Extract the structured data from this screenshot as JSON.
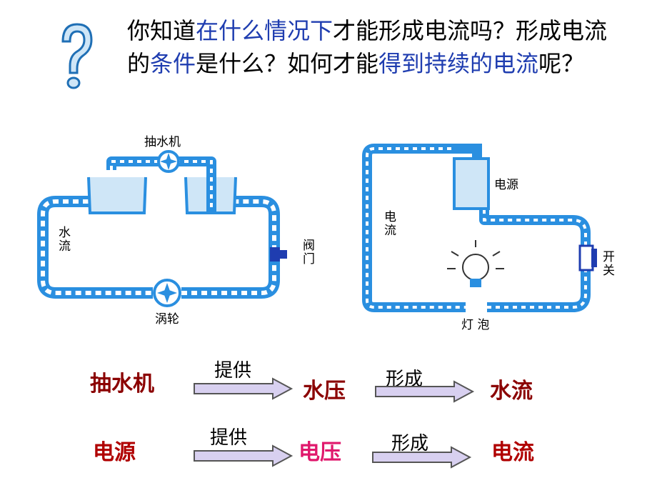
{
  "question": {
    "segments": [
      {
        "text": "你知道",
        "color": "#000000"
      },
      {
        "text": "在什么情况下",
        "color": "#1f3db0"
      },
      {
        "text": "才能形成电流吗？形成电流的",
        "color": "#000000"
      },
      {
        "text": "条件",
        "color": "#1f3db0"
      },
      {
        "text": "是什么？如何才能",
        "color": "#000000"
      },
      {
        "text": "得到持续的电流",
        "color": "#1f3db0"
      },
      {
        "text": "呢？",
        "color": "#000000"
      }
    ]
  },
  "water_diagram": {
    "pump_label": "抽水机",
    "flow_label": "水流",
    "valve_label": "阀门",
    "turbine_label": "涡轮"
  },
  "circuit_diagram": {
    "source_label": "电源",
    "current_label": "电流",
    "switch_label": "开关",
    "bulb_label": "灯 泡"
  },
  "flow_rows": [
    {
      "start": "抽水机",
      "start_color": "#8b0000",
      "verb1": "提供",
      "middle": "水压",
      "middle_color": "#8b0000",
      "verb2": "形成",
      "end": "水流",
      "end_color": "#8b0000"
    },
    {
      "start": "电源",
      "start_color": "#b00000",
      "verb1": "提供",
      "middle": "电压",
      "middle_color": "#e0186c",
      "verb2": "形成",
      "end": "电流",
      "end_color": "#b00000"
    }
  ],
  "colors": {
    "pipe": "#2a8fe0",
    "pipe_inner": "#ffffff",
    "arrow_fill": "#d8d0f0",
    "arrow_stroke": "#555555",
    "question_mark": "#3a8fd0"
  }
}
